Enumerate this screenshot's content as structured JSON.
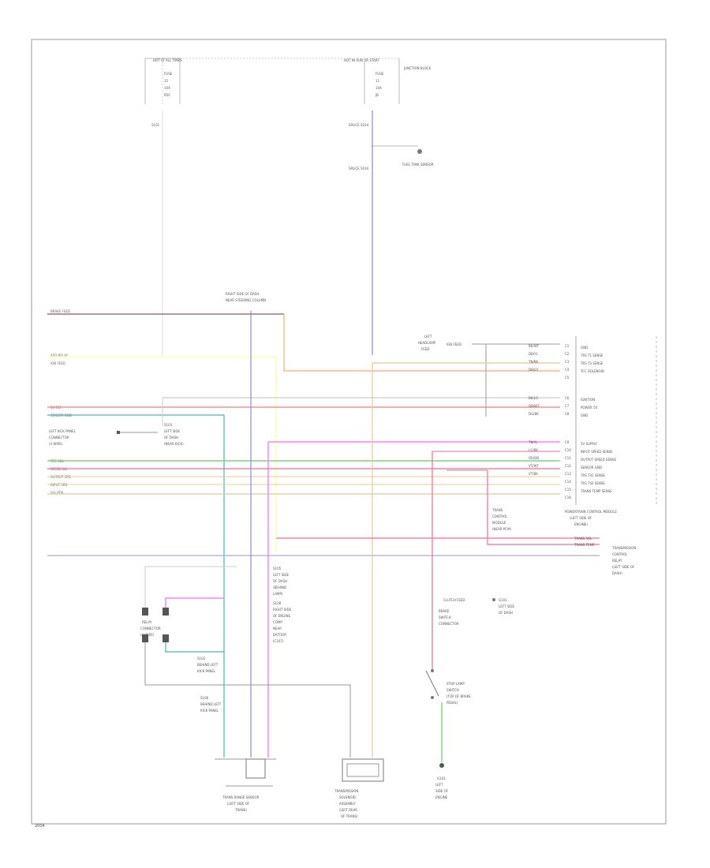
{
  "diagram": {
    "top_left": {
      "header": "HOT AT ALL TIMES",
      "lines": [
        "FUSE",
        "15",
        "10A",
        "PDC"
      ],
      "pin": "S101"
    },
    "top_center": {
      "header": "HOT IN RUN OR START",
      "side": "JUNCTION BLOCK",
      "lines": [
        "FUSE",
        "11",
        "10A",
        "JB"
      ],
      "splice1": "SPLICE S104",
      "splice2": "SPLICE S104",
      "sensor": "FUEL TANK SENSOR"
    },
    "left_labels": [
      "BRAKE FEED",
      "ASD RELAY",
      "IGN FEED",
      "5V REF",
      "SENSOR GND",
      "TCC SOL",
      "SPEED SIG",
      "OUTPUT SPD",
      "INPUT SPD",
      "SIG RTN"
    ],
    "left_component": [
      "LEFT KICK PANEL",
      "CONNECTOR",
      "(4 WIRE)"
    ],
    "left_splice": [
      "S103",
      "LEFT SIDE",
      "OF DASH",
      "(NEAR KICK)"
    ],
    "center_top_label": [
      "RIGHT SIDE OF DASH",
      "NEAR STEERING COLUMN"
    ],
    "lamp_label": [
      "LEFT",
      "HEADLAMP",
      "FEED"
    ],
    "lamp_feed": "IGN FEED",
    "wire_codes": [
      "BK/WT",
      "DB/YL",
      "TN/BK",
      "DB/GY",
      "BK/LG",
      "DB/WT",
      "DG/BK",
      "TN/YL",
      "LG/BK",
      "OR/DB",
      "VT/WT",
      "VT/BK"
    ],
    "pins": [
      "C1",
      "C2",
      "C3",
      "C4",
      "C5",
      "C6",
      "C7",
      "C8",
      "C9",
      "C10",
      "C11",
      "C12",
      "C13",
      "C14",
      "C15",
      "C16"
    ],
    "pcm_functions": [
      "GND",
      "TRS T1 SENSE",
      "TRS T3 SENSE",
      "TCC SOLENOID",
      "IGNITION",
      "POWER 5V",
      "GND",
      "5V SUPPLY",
      "INPUT SPEED SENSE",
      "OUTPUT SPEED SENSE",
      "SENSOR GND",
      "TRS T41 SENSE",
      "TRS T42 SENSE",
      "TRANS TEMP SENSE"
    ],
    "pcm_title": [
      "POWERTRAIN CONTROL MODULE",
      "(LEFT SIDE OF",
      "ENGINE)"
    ],
    "tcm_block": [
      "TRANS",
      "CONTROL",
      "MODULE",
      "(NEAR PCM)"
    ],
    "right_tail": [
      "TRANS SOL",
      "TRANS TEMP"
    ],
    "right_component": [
      "TRANSMISSION",
      "CONTROL",
      "RELAY",
      "(LEFT SIDE OF",
      "DASH)"
    ],
    "middle_left": [
      "S105",
      "LEFT SIDE",
      "OF DASH",
      "(BEHIND",
      "LAMP)"
    ],
    "middle_center": [
      "S108",
      "RIGHT SIDE",
      "OF ENGINE",
      "COMP",
      "NEAR",
      "BATTERY",
      "(C107)"
    ],
    "relay": [
      "RELAY",
      "CONNECTOR",
      "(4 WIRE)"
    ],
    "splice_s102": [
      "S102",
      "BEHIND LEFT",
      "KICK PANEL"
    ],
    "splice_s106": [
      "S106",
      "BEHIND LEFT",
      "KICK PANEL"
    ],
    "clutch_label": "CLUTCH FEED",
    "switch_label": [
      "BRAKE",
      "SWITCH",
      "CONNECTOR"
    ],
    "clutch_note": [
      "G101",
      "LEFT SIDE",
      "OF DASH"
    ],
    "stop_switch": [
      "STOP LAMP",
      "SWITCH",
      "(TOP OF BRAKE",
      "PEDAL)"
    ],
    "ground_label": [
      "G101",
      "LEFT",
      "SIDE OF",
      "ENGINE"
    ],
    "bottom_left": [
      "TRANS RANGE SENSOR",
      "(LEFT SIDE OF",
      "TRANS)"
    ],
    "bottom_center": [
      "TRANSMISSION",
      "SOLENOID",
      "ASSEMBLY",
      "(LEFT REAR",
      "OF TRANS)"
    ],
    "footer": "2004",
    "colors": {
      "frame": "#999999",
      "brown": "#8a5a5a",
      "orange": "#ffaa66",
      "yellow": "#ffff99",
      "pink": "#ff6699",
      "teal": "#44bbbb",
      "green": "#66cc66",
      "red": "#ff7777",
      "tan": "#e8c890",
      "violet": "#ff66ff",
      "blue": "#8888ee",
      "gray": "#cccccc"
    }
  }
}
